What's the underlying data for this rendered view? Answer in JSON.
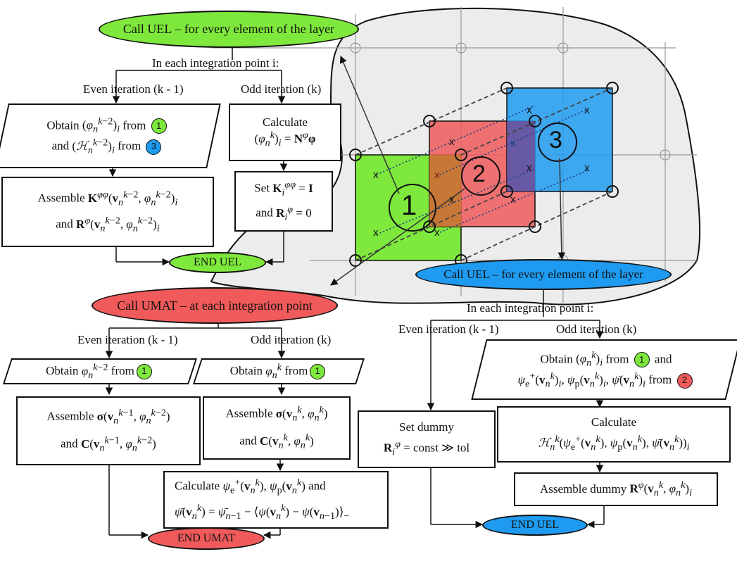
{
  "colors": {
    "green": "#7ee83c",
    "red": "#f05a5a",
    "blue": "#1e9bf0",
    "domain_fill": "#ececec"
  },
  "top_left": {
    "header": "Call UEL – for every element of the layer",
    "integration_label": "In each integration point i:",
    "even_label": "Even iteration (k - 1)",
    "odd_label": "Odd iteration (k)",
    "obtain_text_1": "Obtain",
    "obtain_from": "from",
    "obtain_and": "and",
    "calculate_label": "Calculate",
    "assemble_text": "Assemble",
    "assemble_and": "and",
    "set_text": "Set",
    "set_and": "and",
    "end": "END UEL"
  },
  "mid_left": {
    "header": "Call UMAT – at each integration point",
    "even_label": "Even iteration (k - 1)",
    "odd_label": "Odd iteration (k)",
    "obtain_text": "Obtain",
    "obtain_from": "from",
    "assemble_text": "Assemble",
    "assemble_and": "and",
    "calculate_text": "Calculate",
    "calculate_and": "and",
    "end": "END UMAT"
  },
  "right": {
    "header": "Call UEL – for every element of the layer",
    "integration_label": "In each integration point i:",
    "even_label": "Even iteration (k - 1)",
    "odd_label": "Odd iteration (k)",
    "obtain_text": "Obtain",
    "obtain_from": "from",
    "obtain_and": "and",
    "set_dummy": "Set dummy",
    "calculate_label": "Calculate",
    "assemble_dummy": "Assemble dummy",
    "end": "END UEL"
  },
  "layers": {
    "one": "1",
    "two": "2",
    "three": "3"
  }
}
